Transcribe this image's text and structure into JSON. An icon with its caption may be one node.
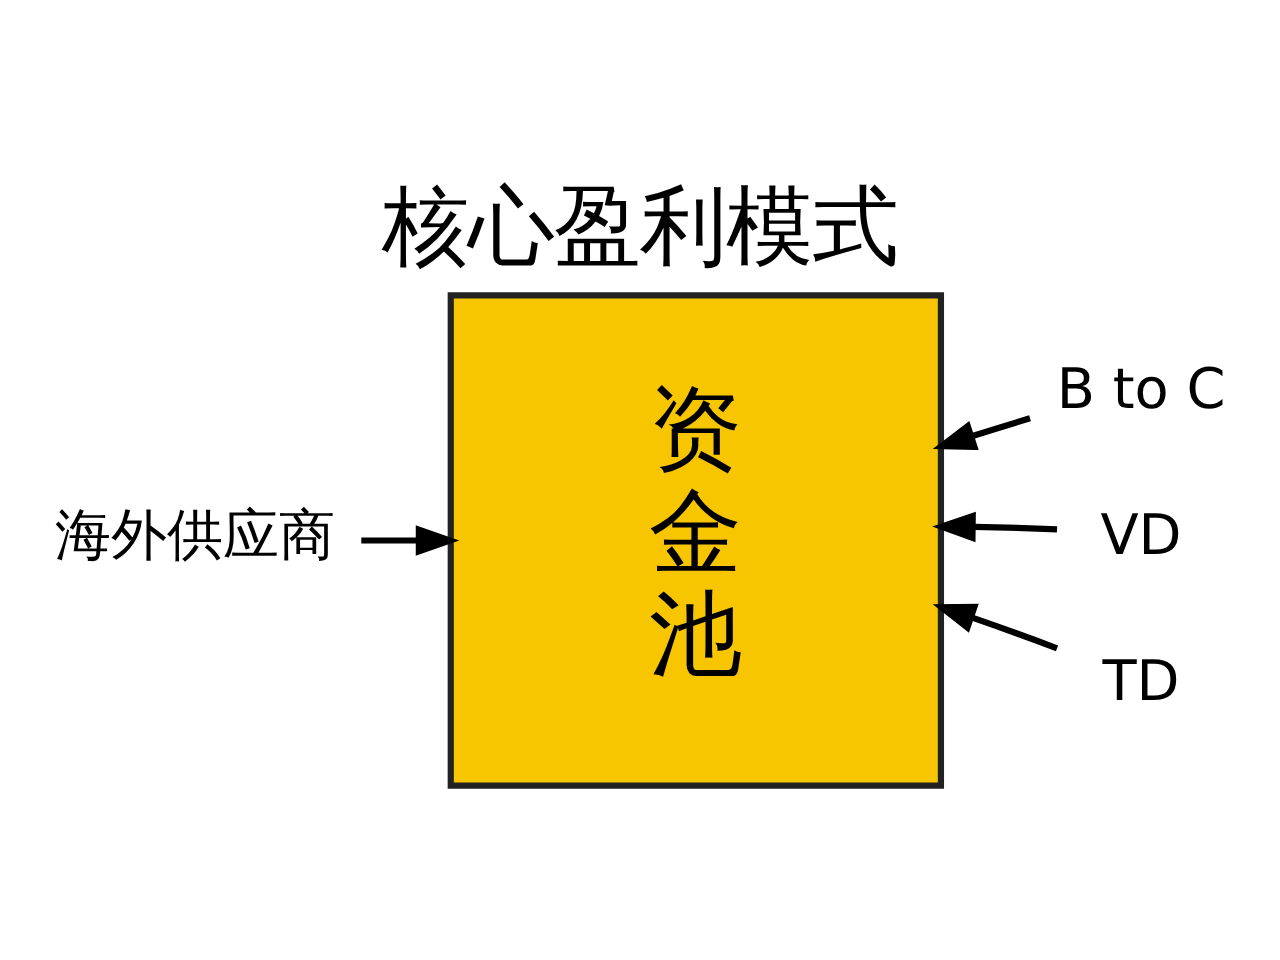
{
  "diagram": {
    "title": "核心盈利模式",
    "nodes": [
      {
        "text": [
          "资金池"
        ]
      },
      {
        "text": [
          "海外供应商"
        ]
      },
      {
        "text": [
          "B to C"
        ]
      },
      {
        "text": [
          "VD"
        ]
      },
      {
        "text": [
          "TD"
        ]
      }
    ],
    "edges": [
      {
        "from": 1,
        "to": 0,
        "arrow": "to"
      },
      {
        "from": 2,
        "to": 0,
        "arrow": "to"
      },
      {
        "from": 3,
        "to": 0,
        "arrow": "to"
      },
      {
        "from": 4,
        "to": 0,
        "arrow": "to"
      }
    ]
  }
}
